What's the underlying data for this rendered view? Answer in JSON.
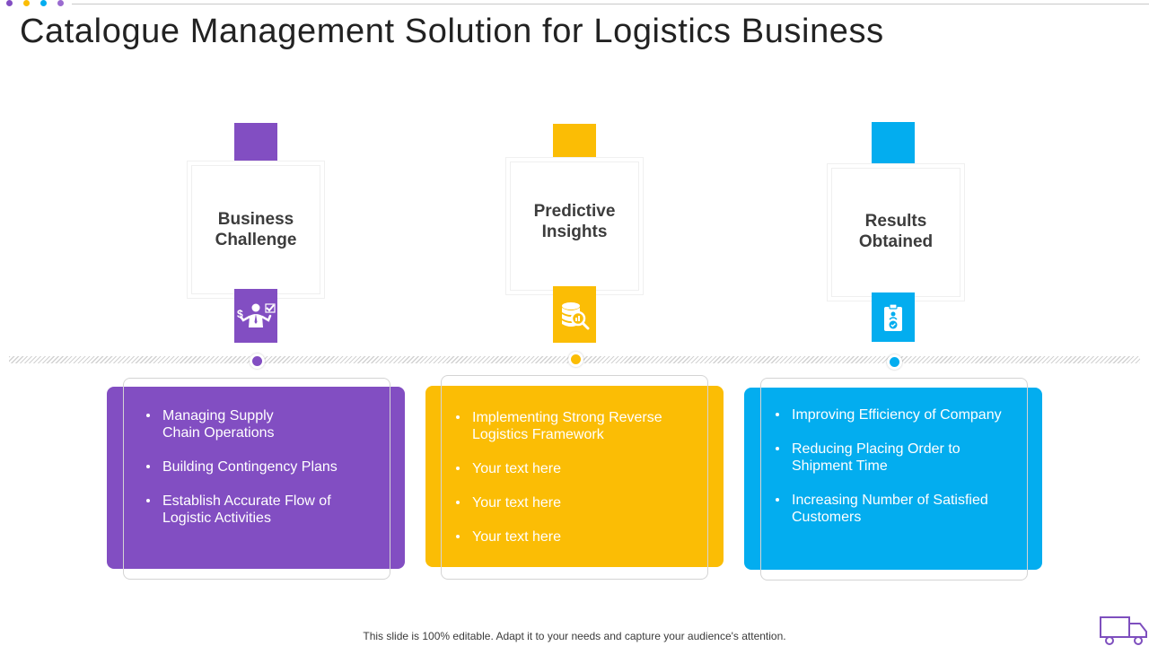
{
  "title": "Catalogue Management Solution for Logistics Business",
  "colors": {
    "purple": "#824EC2",
    "yellow": "#FBBD05",
    "blue": "#03ADEF",
    "dot_top_4": "#9A6BD0"
  },
  "columns": [
    {
      "heading": "Business\nChallenge",
      "icon": "businessman-icon",
      "color": "#824EC2",
      "bullets": [
        "Managing Supply\nChain Operations",
        "Building Contingency Plans",
        "Establish Accurate Flow of\nLogistic Activities"
      ]
    },
    {
      "heading": "Predictive\nInsights",
      "icon": "database-search-icon",
      "color": "#FBBD05",
      "bullets": [
        "Implementing Strong Reverse\nLogistics Framework",
        "Your text here",
        "Your text here",
        "Your text here"
      ]
    },
    {
      "heading": "Results\nObtained",
      "icon": "clipboard-check-icon",
      "color": "#03ADEF",
      "bullets": [
        "Improving Efficiency of Company",
        "Reducing Placing Order to\nShipment Time",
        "Increasing Number of Satisfied\nCustomers"
      ]
    }
  ],
  "footer": "This slide is 100% editable. Adapt it to your needs and capture your audience's attention.",
  "corner_icon": "truck-icon"
}
